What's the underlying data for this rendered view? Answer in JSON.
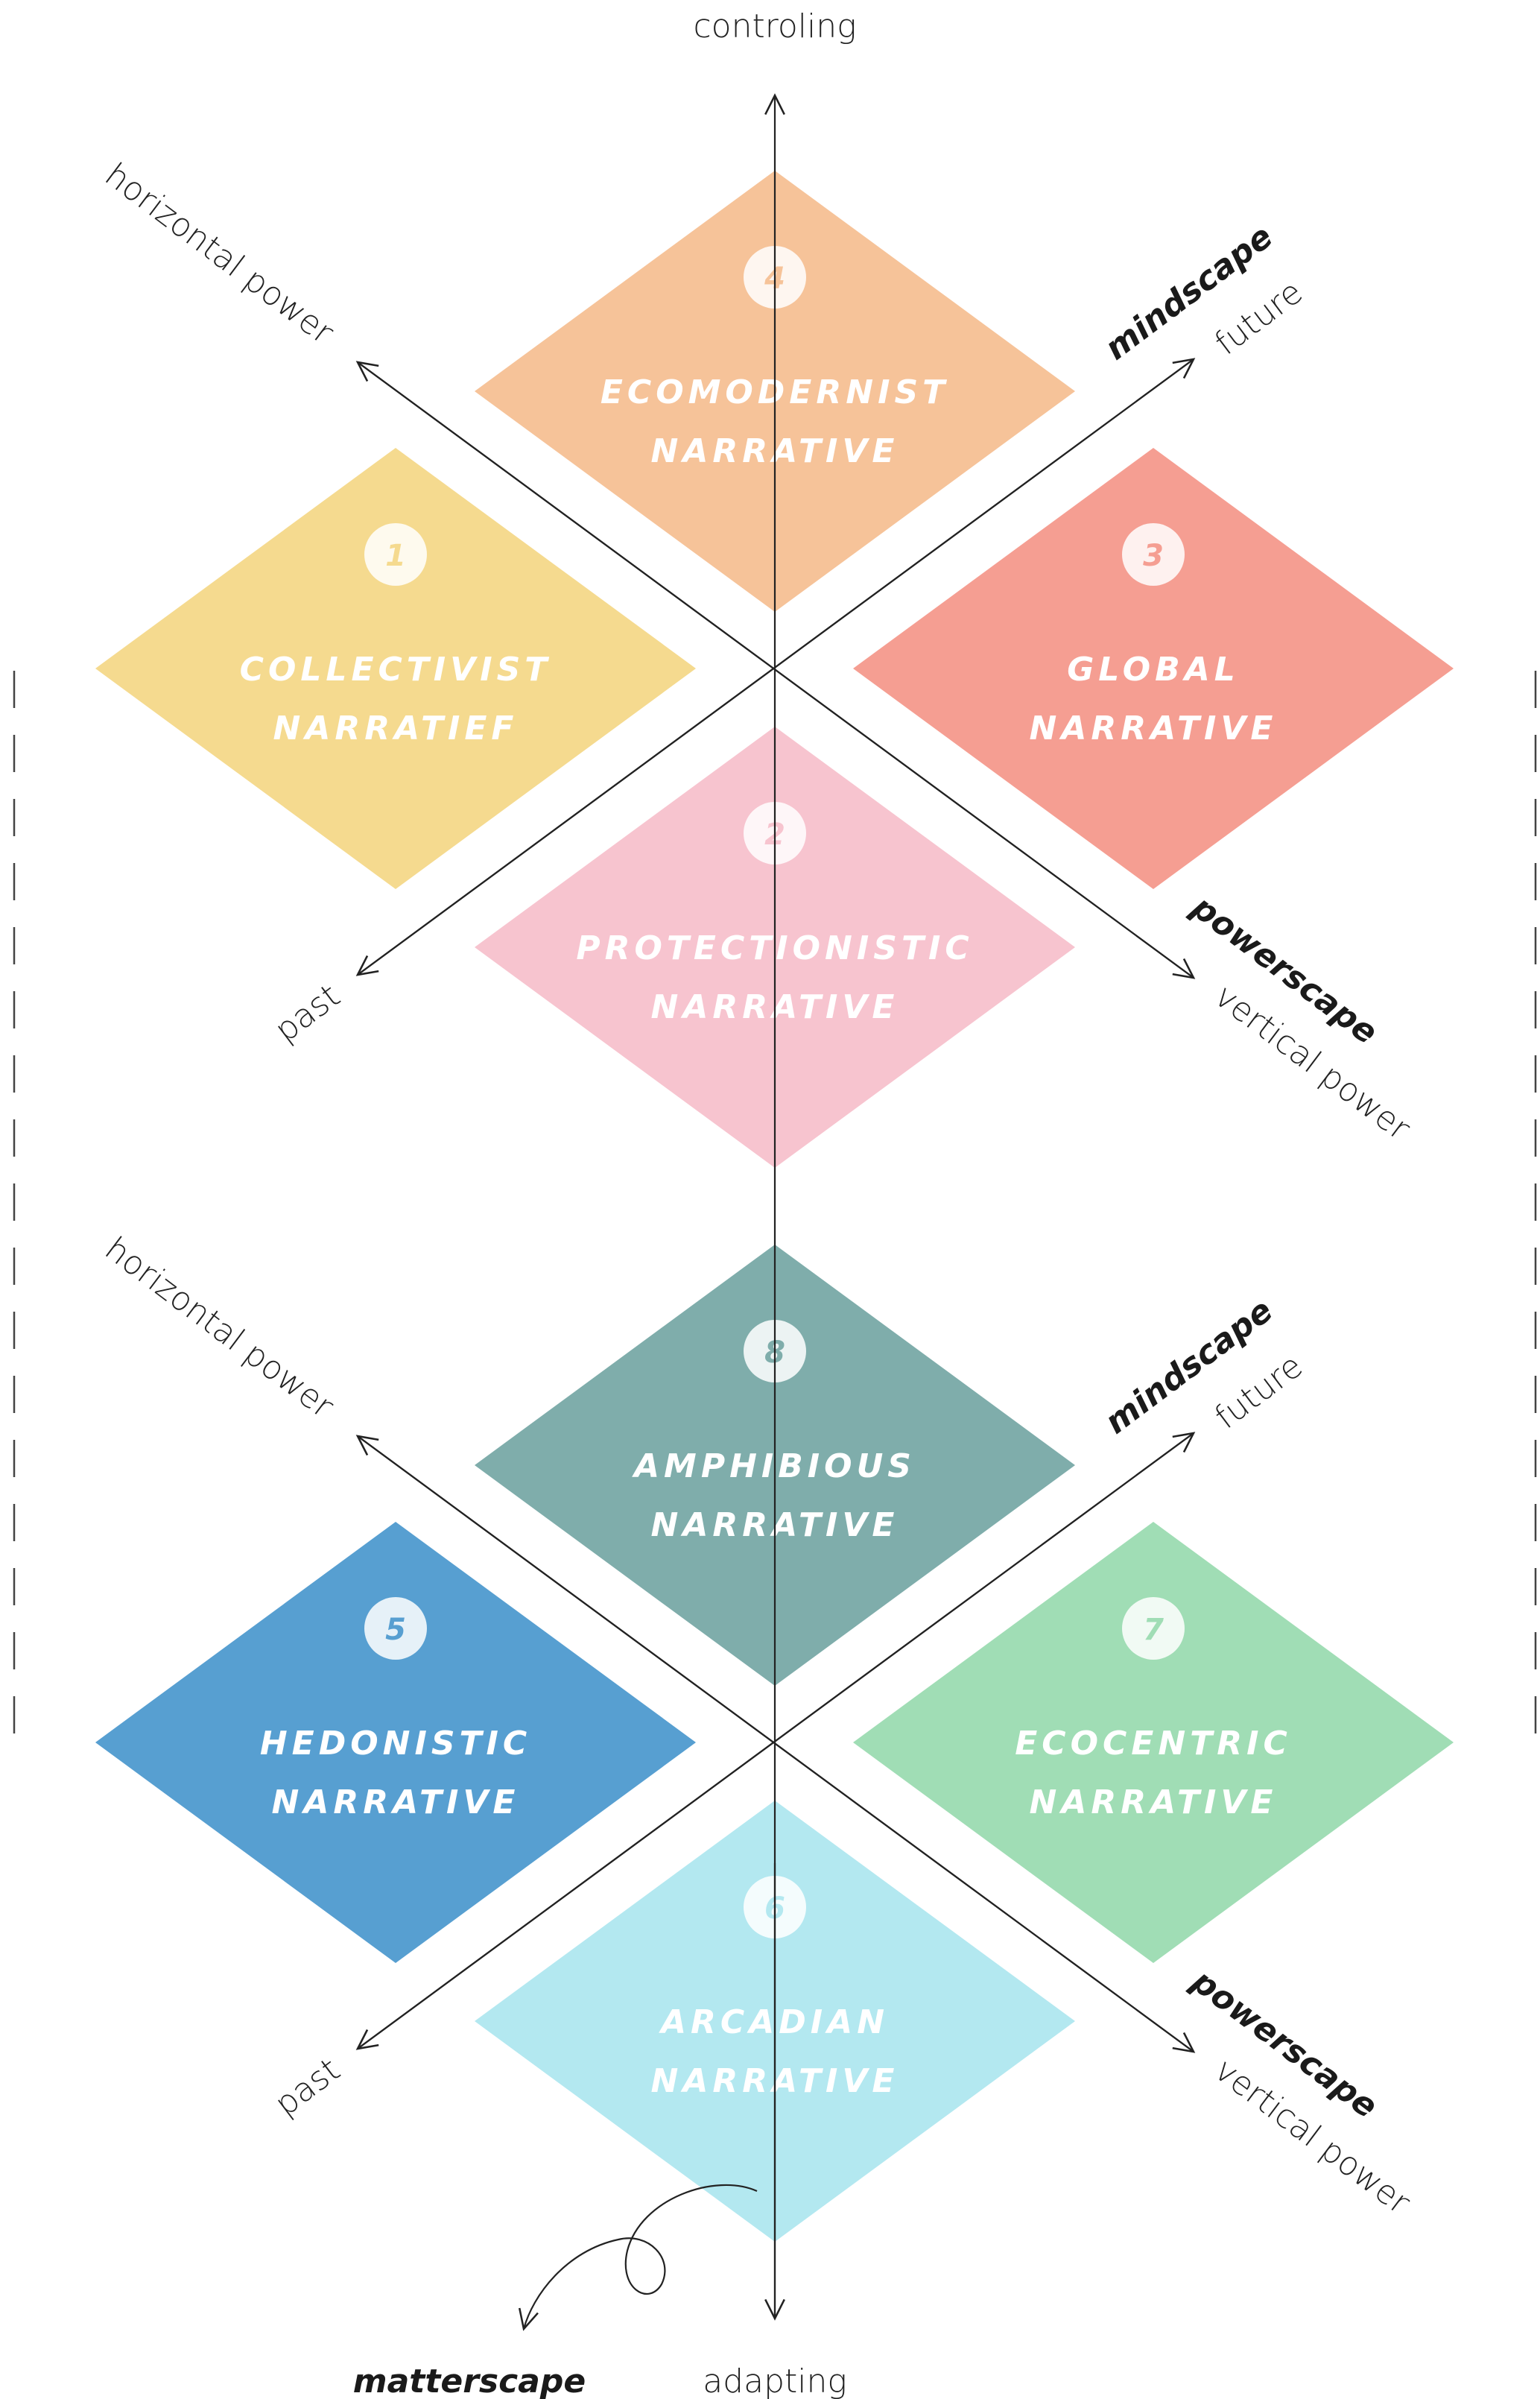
{
  "axes": {
    "top": "controling",
    "bottom": "adapting",
    "matterscape": "matterscape"
  },
  "clusters": [
    {
      "labels": {
        "horizontal": "horizontal power",
        "mindscape": "mindscape",
        "future": "future",
        "past": "past",
        "powerscape": "powerscape",
        "vertical": "vertical power"
      },
      "narratives": [
        {
          "position": "top",
          "number": "4",
          "line1": "ECOMODERNIST",
          "line2": "NARRATIVE",
          "color": "#f6c399"
        },
        {
          "position": "left",
          "number": "1",
          "line1": "COLLECTIVIST",
          "line2": "NARRATIEF",
          "color": "#f5da8f"
        },
        {
          "position": "right",
          "number": "3",
          "line1": "GLOBAL",
          "line2": "NARRATIVE",
          "color": "#f59e92"
        },
        {
          "position": "bottom",
          "number": "2",
          "line1": "PROTECTIONISTIC",
          "line2": "NARRATIVE",
          "color": "#f7c4cf"
        }
      ]
    },
    {
      "labels": {
        "horizontal": "horizontal power",
        "mindscape": "mindscape",
        "future": "future",
        "past": "past",
        "powerscape": "powerscape",
        "vertical": "vertical power"
      },
      "narratives": [
        {
          "position": "top",
          "number": "8",
          "line1": "AMPHIBIOUS",
          "line2": "NARRATIVE",
          "color": "#7fadab"
        },
        {
          "position": "left",
          "number": "5",
          "line1": "HEDONISTIC",
          "line2": "NARRATIVE",
          "color": "#579fd1"
        },
        {
          "position": "right",
          "number": "7",
          "line1": "ECOCENTRIC",
          "line2": "NARRATIVE",
          "color": "#a0ddb5"
        },
        {
          "position": "bottom",
          "number": "6",
          "line1": "ARCADIAN",
          "line2": "NARRATIVE",
          "color": "#b3e8f0"
        }
      ]
    }
  ]
}
